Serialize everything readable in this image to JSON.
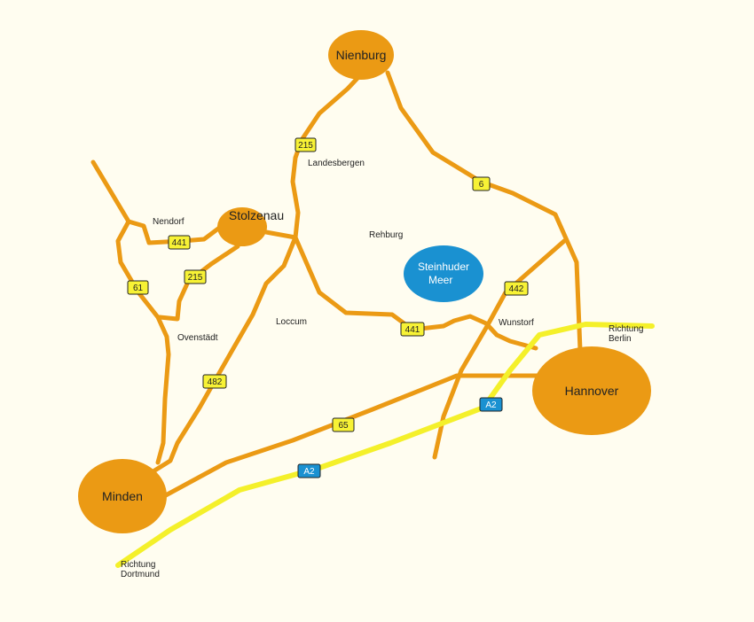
{
  "colors": {
    "background": "#fffdf0",
    "road": "#eb9a14",
    "motorway": "#f4f02a",
    "town": "#eb9a14",
    "lake": "#1a91d1",
    "shield_yellow": "#f7f235",
    "shield_blue": "#1a91d1"
  },
  "towns": {
    "nienburg": "Nienburg",
    "stolzenau": "Stolzenau",
    "minden": "Minden",
    "hannover": "Hannover"
  },
  "places": {
    "landesbergen": "Landesbergen",
    "nendorf": "Nendorf",
    "rehburg": "Rehburg",
    "loccum": "Loccum",
    "ovenstaedt": "Ovenstädt",
    "wunstorf": "Wunstorf"
  },
  "lake": {
    "line1": "Steinhuder",
    "line2": "Meer"
  },
  "directions": {
    "berlin_line1": "Richtung",
    "berlin_line2": "Berlin",
    "dortmund_line1": "Richtung",
    "dortmund_line2": "Dortmund"
  },
  "road_shields": {
    "b215_north": "215",
    "b6": "6",
    "b441_west": "441",
    "b215_south": "215",
    "b61": "61",
    "b442": "442",
    "b441_east": "441",
    "b482": "482",
    "a2_east": "A2",
    "b65": "65",
    "a2_west": "A2"
  }
}
